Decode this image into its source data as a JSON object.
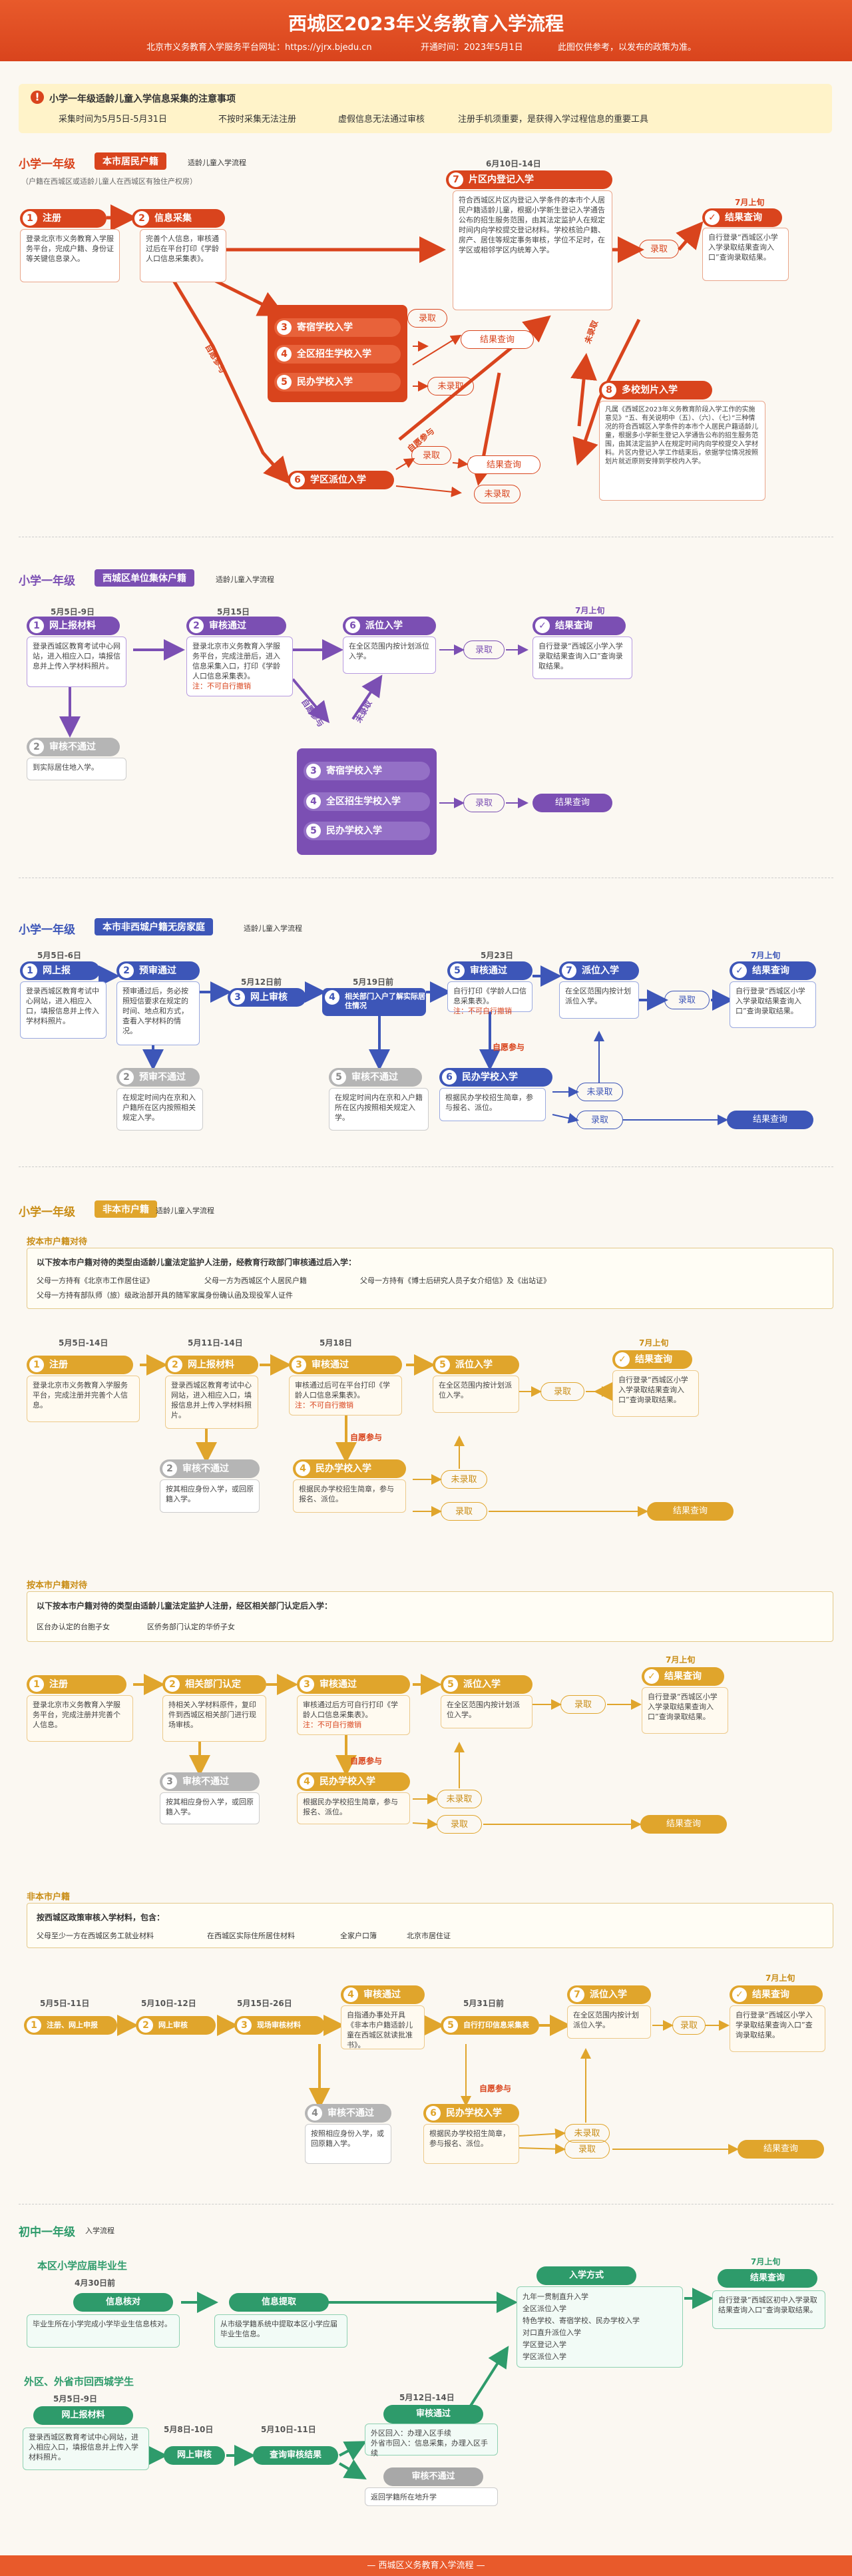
{
  "header": {
    "title": "西城区2023年义务教育入学流程",
    "platform": "北京市义务教育入学服务平台网址：https://yjrx.bjedu.cn",
    "open_time": "开通时间：2023年5月1日",
    "note": "此图仅供参考，以发布的政策为准。"
  },
  "notice": {
    "title": "小学一年级适龄儿童入学信息采集的注意事项",
    "items": [
      "采集时间为5月5日-5月31日",
      "不按时采集无法注册",
      "虚假信息无法通过审核",
      "注册手机须重要，是获得入学过程信息的重要工具"
    ]
  },
  "s1": {
    "title": "小学一年级",
    "tag": "本市居民户籍",
    "sub": "适龄儿童入学流程",
    "cond": "（户籍在西城区或适龄儿童人在西城区有独住产权房）",
    "n1": "注册",
    "n1_desc": "登录北京市义务教育入学服务平台，完成户籍、身份证等关键信息录入。",
    "n2": "信息采集",
    "n2_desc": "完善个人信息，审核通过后在平台打印《学龄人口信息采集表》。",
    "n7": "片区内登记入学",
    "n7_date": "6月10日-14日",
    "n7_desc": "符合西城区片区内登记入学条件的本市个人居民户籍适龄儿童，根据小学新生登记入学通告公布的招生服务范围，由其法定监护人在规定时间内向学校提交登记材料。学校核验户籍、房产、居住等规定事务审核，学位不足时，在学区或相邻学区内统筹入学。",
    "n8": "多校划片入学",
    "n8_desc": "凡属《西城区2023年义务教育阶段入学工作的实施意见》“五、有关说明中（五）、（六）、（七）”三种情况的符合西城区入学条件的本市个人居民户籍适龄儿童，根据多小学新生登记入学通告公布的招生服务范围，由其法定监护人在规定时间内向学校提交入学材料。片区内登记入学工作结束后，依据学位情况按照划片就近原则安排到学校内入学。",
    "n3": "寄宿学校入学",
    "n4": "全区招生学校入学",
    "n5": "民办学校入学",
    "n6": "学区派位入学",
    "admit": "录取",
    "reject": "未录取",
    "result": "结果查询",
    "final_date": "7月上旬",
    "final": "结果查询",
    "final_desc": "自行登录“西城区小学入学录取结果查询入口”查询录取结果。",
    "choice1": "自愿参与",
    "choice2": "自愿参与",
    "choice3": "未录取"
  },
  "s2": {
    "title": "小学一年级",
    "tag": "西城区单位集体户籍",
    "sub": "适龄儿童入学流程",
    "d1": "5月5日-9日",
    "n1": "网上报材料",
    "n1_desc": "登录西城区教育考试中心网站，进入相应入口，填报信息并上传入学材料照片。",
    "d2": "5月15日",
    "n2": "审核通过",
    "n2_desc": "登录北京市义务教育入学服务平台，完成注册后，进入信息采集入口，打印《学龄人口信息采集表》。",
    "n2_note": "注：不可自行撤销",
    "n_fail": "审核不通过",
    "n_fail_desc": "到实际居住地入学。",
    "n6": "派位入学",
    "n6_desc": "在全区范围内按计划派位入学。",
    "final_date": "7月上旬",
    "final": "结果查询",
    "final_desc": "自行登录“西城区小学入学录取结果查询入口”查询录取结果。",
    "n3": "寄宿学校入学",
    "n4": "全区招生学校入学",
    "n5": "民办学校入学",
    "admit": "录取",
    "choice": "自愿参与",
    "reject": "未录取"
  },
  "s3": {
    "title": "小学一年级",
    "tag": "本市非西城户籍无房家庭",
    "sub": "适龄儿童入学流程",
    "d1": "5月5日-6日",
    "n1": "网上报",
    "n1_desc": "登录西城区教育考试中心网站，进入相应入口，填报信息并上传入学材料照片。",
    "n2": "预审通过",
    "n2_desc": "预审通过后，务必按照短信要求在规定的时间、地点和方式，查看入学材料的情况。",
    "d3": "5月12日前",
    "n3": "网上审核",
    "d4": "5月19日前",
    "n4": "相关部门入户了解实际居住情况",
    "d5": "5月23日",
    "n5": "审核通过",
    "n5_desc": "自行打印《学龄人口信息采集表》。",
    "n5_note": "注：不可自行撤销",
    "n7": "派位入学",
    "n7_desc": "在全区范围内按计划派位入学。",
    "final_date": "7月上旬",
    "final": "结果查询",
    "final_desc": "自行登录“西城区小学入学录取结果查询入口”查询录取结果。",
    "n2f": "预审不通过",
    "n2f_desc": "在规定时间内在京和入户籍所在区内按照相关规定入学。",
    "n5f": "审核不通过",
    "n5f_desc": "在规定时间内在京和入户籍所在区内按照相关规定入学。",
    "choice": "自愿参与",
    "n6": "民办学校入学",
    "n6_desc": "根据民办学校招生简章，参与报名、派位。",
    "admit": "录取",
    "reject": "未录取",
    "result": "结果查询"
  },
  "s4": {
    "title": "小学一年级",
    "tag": "非本市户籍",
    "sub": "适龄儿童入学流程",
    "a_title": "按本市户籍对待",
    "a_head": "以下按本市户籍对待的类型由适龄儿童法定监护人注册，经教育行政部门审核通过后入学：",
    "a_items": [
      "父母一方持有《北京市工作居住证》",
      "父母一方为西城区个人居民户籍",
      "父母一方持有《博士后研究人员子女介绍信》及《出站证》",
      "父母一方持有部队师（旅）级政治部开具的随军家属身份确认函及现役军人证件"
    ],
    "a_d1": "5月5日-14日",
    "a_n1": "注册",
    "a_n1_desc": "登录北京市义务教育入学服务平台，完成注册并完善个人信息。",
    "a_d2": "5月11日-14日",
    "a_n2": "网上报材料",
    "a_n2_desc": "登录西城区教育考试中心网站，进入相应入口，填报信息并上传入学材料照片。",
    "a_d3": "5月18日",
    "a_n3": "审核通过",
    "a_n3_desc": "审核通过后可在平台打印《学龄人口信息采集表》。",
    "a_n3_note": "注：不可自行撤销",
    "a_n5": "派位入学",
    "a_n5_desc": "在全区范围内按计划派位入学。",
    "a_final_date": "7月上旬",
    "a_final": "结果查询",
    "a_final_desc": "自行登录“西城区小学入学录取结果查询入口”查询录取结果。",
    "a_fail": "审核不通过",
    "a_fail_desc": "按其相应身份入学，或回原籍入学。",
    "a_choice": "自愿参与",
    "a_n4": "民办学校入学",
    "a_n4_desc": "根据民办学校招生简章，参与报名、派位。",
    "b_title": "按本市户籍对待",
    "b_head": "以下按本市户籍对待的类型由适龄儿童法定监护人注册，经区相关部门认定后入学：",
    "b_items": [
      "区台办认定的台胞子女",
      "区侨务部门认定的华侨子女"
    ],
    "b_n1": "注册",
    "b_n1_desc": "登录北京市义务教育入学服务平台，完成注册并完善个人信息。",
    "b_n2": "相关部门认定",
    "b_n2_desc": "持相关入学材料原件，复印件到西城区相关部门进行现场审核。",
    "b_n3": "审核通过",
    "b_n3_desc": "审核通过后方可自行打印《学龄人口信息采集表》。",
    "b_n3_note": "注：不可自行撤销",
    "b_n5": "派位入学",
    "b_n5_desc": "在全区范围内按计划派位入学。",
    "b_final_date": "7月上旬",
    "b_final": "结果查询",
    "b_final_desc": "自行登录“西城区小学入学录取结果查询入口”查询录取结果。",
    "b_fail": "审核不通过",
    "b_fail_desc": "按其相应身份入学，或回原籍入学。",
    "b_choice": "自愿参与",
    "b_n4": "民办学校入学",
    "b_n4_desc": "根据民办学校招生简章，参与报名、派位。",
    "c_title": "非本市户籍",
    "c_head": "按西城区政策审核入学材料，包含：",
    "c_items": [
      "父母至少一方在西城区务工就业材料",
      "在西城区实际住所居住材料",
      "全家户口簿",
      "北京市居住证"
    ],
    "c_d1": "5月5日-11日",
    "c_n1": "注册、网上申报",
    "c_d2": "5月10日-12日",
    "c_n2": "网上审核",
    "c_d3": "5月15日-26日",
    "c_n3": "现场审核材料",
    "c_n4": "审核通过",
    "c_n4_desc": "自指通办事处开具《非本市户籍适龄儿童在西城区就读批准书》。",
    "c_d5": "5月31日前",
    "c_n5": "自行打印信息采集表",
    "c_n7": "派位入学",
    "c_n7_desc": "在全区范围内按计划派位入学。",
    "c_final_date": "7月上旬",
    "c_final": "结果查询",
    "c_final_desc": "自行登录“西城区小学入学录取结果查询入口”查询录取结果。",
    "c_fail": "审核不通过",
    "c_fail_desc": "按照相应身份入学，或回原籍入学。",
    "c_choice": "自愿参与",
    "c_n6": "民办学校入学",
    "c_n6_desc": "根据民办学校招生简章，参与报名、派位。",
    "admit": "录取",
    "reject": "未录取",
    "result": "结果查询"
  },
  "s5": {
    "title": "初中一年级",
    "sub": "入学流程",
    "a_title": "本区小学应届毕业生",
    "a_date": "4月30日前",
    "a_n1": "信息核对",
    "a_n1_desc": "毕业生所在小学完成小学毕业生信息核对。",
    "a_n2": "信息提取",
    "a_n2_desc": "从市级学籍系统中提取本区小学应届毕业生信息。",
    "way_title": "入学方式",
    "ways": [
      "九年一贯制直升入学",
      "全区派位入学",
      "特色学校、寄宿学校、民办学校入学",
      "对口直升派位入学",
      "学区登记入学",
      "学区派位入学"
    ],
    "final_date": "7月上旬",
    "final": "结果查询",
    "final_desc": "自行登录“西城区初中入学录取结果查询入口”查询录取结果。",
    "b_title": "外区、外省市回西城学生",
    "b_d1": "5月5日-9日",
    "b_n1": "网上报材料",
    "b_n1_desc": "登录西城区教育考试中心网站，进入相应入口，填报信息并上传入学材料照片。",
    "b_d2": "5月8日-10日",
    "b_n2": "网上审核",
    "b_d3": "5月10日-11日",
    "b_n3": "查询审核结果",
    "b_d4": "5月12日-14日",
    "b_n4": "审核通过",
    "b_n4_items": [
      "外区回入：办理入区手续",
      "外省市回入：信息采集，办理入区手续"
    ],
    "b_fail": "审核不通过",
    "b_fail_desc": "返回学籍所在地升学"
  },
  "footer": "— 西城区义务教育入学流程 —"
}
